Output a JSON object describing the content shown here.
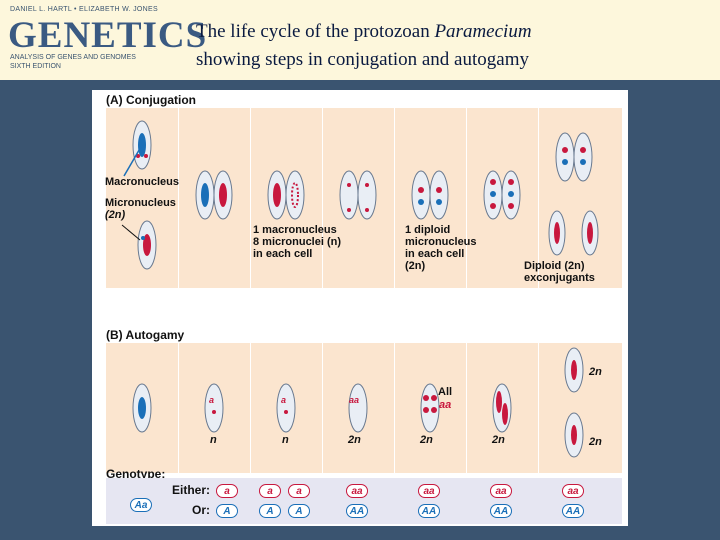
{
  "logo": {
    "authors": "DANIEL L. HARTL • ELIZABETH W. JONES",
    "title": "GENETICS",
    "subtitle": "ANALYSIS OF GENES AND GENOMES",
    "edition": "SIXTH EDITION"
  },
  "slide": {
    "title_line1_pre": "The life cycle of the protozoan ",
    "title_line1_italic": "Paramecium",
    "title_line2": "showing steps in conjugation and autogamy"
  },
  "conjugation": {
    "label": "(A) Conjugation",
    "macronucleus": "Macronucleus",
    "micronucleus": "Micronucleus",
    "micronucleus_ploidy": "(2n)",
    "step4_l1": "1 macronucleus",
    "step4_l2": "8 micronuclei (n)",
    "step4_l3": "in each cell",
    "step5_l1": "1 diploid",
    "step5_l2": "micronucleus",
    "step5_l3": "in each cell",
    "step5_l4": "(2n)",
    "step7_l1": "Diploid (2n)",
    "step7_l2": "exconjugants"
  },
  "autogamy": {
    "label": "(B) Autogamy",
    "ploidy": [
      "n",
      "n",
      "2n",
      "2n",
      "2n"
    ],
    "top_right_ploidy": "2n",
    "bottom_right_ploidy": "2n",
    "all_label": "All",
    "aa_label": "aa",
    "nuc_a": "a",
    "nuc_aa": "aa"
  },
  "genotype": {
    "label": "Genotype:",
    "either": "Either:",
    "or": "Or:",
    "start": "Aa",
    "either_values": [
      "a",
      "a",
      "a",
      "aa",
      "aa",
      "aa",
      "aa"
    ],
    "or_values": [
      "A",
      "A",
      "A",
      "AA",
      "AA",
      "AA",
      "AA"
    ]
  },
  "colors": {
    "macronucleus": "#1a6fb8",
    "micronucleus": "#c8183e",
    "panel": "#fbe5cf",
    "background": "#3a5470",
    "header": "#fdf7dc"
  }
}
